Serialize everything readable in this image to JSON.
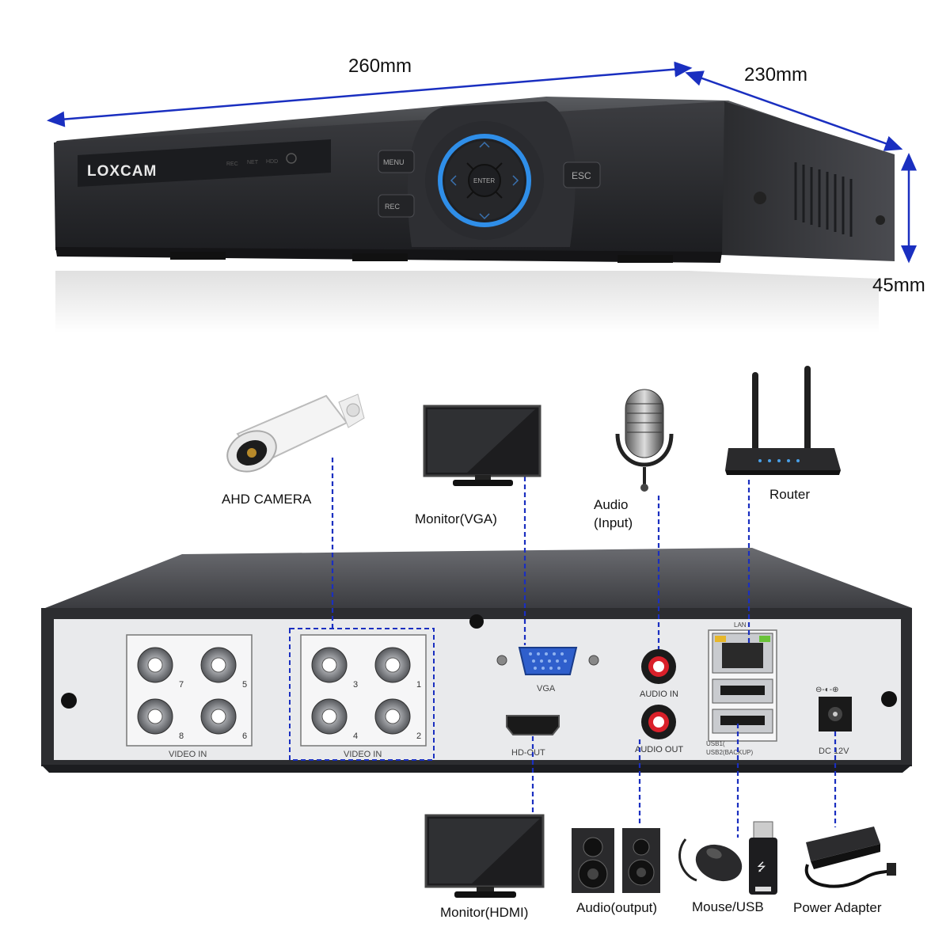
{
  "dimensions": {
    "width": "260mm",
    "depth": "230mm",
    "height": "45mm"
  },
  "front_panel": {
    "brand": "LOXCAM",
    "indicators": [
      "REC",
      "NET",
      "HDD"
    ],
    "buttons": {
      "menu": "MENU",
      "rec": "REC",
      "enter": "ENTER",
      "esc": "ESC"
    }
  },
  "devices": {
    "camera": "AHD CAMERA",
    "monitor_vga": "Monitor(VGA)",
    "audio_input_line1": "Audio",
    "audio_input_line2": "(Input)",
    "router": "Router",
    "monitor_hdmi": "Monitor(HDMI)",
    "audio_output": "Audio(output)",
    "mouse_usb": "Mouse/USB",
    "power_adapter": "Power Adapter"
  },
  "rear_panel": {
    "video_in_left": "VIDEO IN",
    "video_in_right": "VIDEO IN",
    "bnc_left_numbers": [
      "7",
      "5",
      "8",
      "6"
    ],
    "bnc_right_numbers": [
      "3",
      "1",
      "4",
      "2"
    ],
    "vga": "VGA",
    "hd_out": "HD-OUT",
    "audio_in": "AUDIO IN",
    "audio_out": "AUDIO OUT",
    "lan": "LAN",
    "usb1": "USB1(",
    "usb2": "USB2(BACKUP)",
    "dc": "DC 12V"
  },
  "colors": {
    "connector": "#1a2fc0",
    "dvr_body": "#2c2d30",
    "rear_plate": "#e9eaec",
    "nav_ring": "#2f8ee8"
  }
}
